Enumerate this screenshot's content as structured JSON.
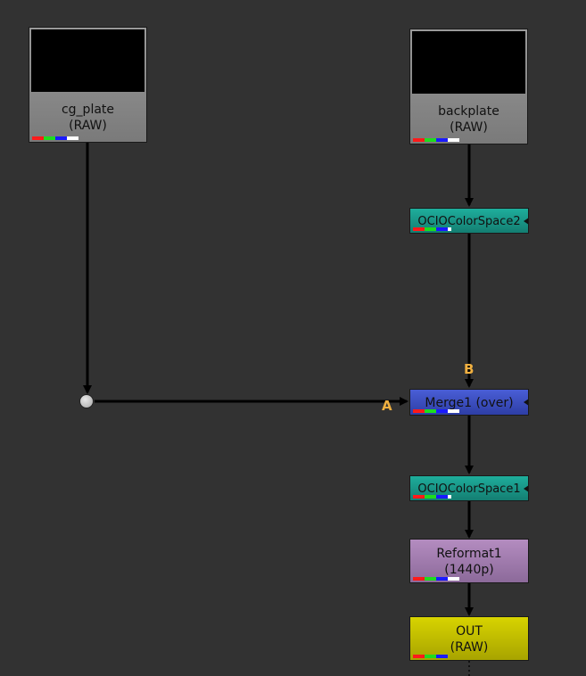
{
  "nodes": {
    "cg_plate": {
      "title": "cg_plate",
      "subtitle": "(RAW)"
    },
    "backplate": {
      "title": "backplate",
      "subtitle": "(RAW)"
    },
    "ocio_top": {
      "title": "OCIOColorSpace2"
    },
    "merge": {
      "title": "Merge1 (over)"
    },
    "ocio_bottom": {
      "title": "OCIOColorSpace1"
    },
    "reformat": {
      "title": "Reformat1",
      "subtitle": "(1440p)"
    },
    "out": {
      "title": "OUT",
      "subtitle": "(RAW)"
    }
  },
  "inputs": {
    "a_label": "A",
    "b_label": "B"
  },
  "colors": {
    "background": "#323232",
    "read_node": "#8a8a8a",
    "ocio_node": "#1a9a8a",
    "merge_node": "#3a4ec0",
    "reformat_node": "#a07aac",
    "write_node": "#c8c400",
    "input_label": "#f0b040"
  }
}
